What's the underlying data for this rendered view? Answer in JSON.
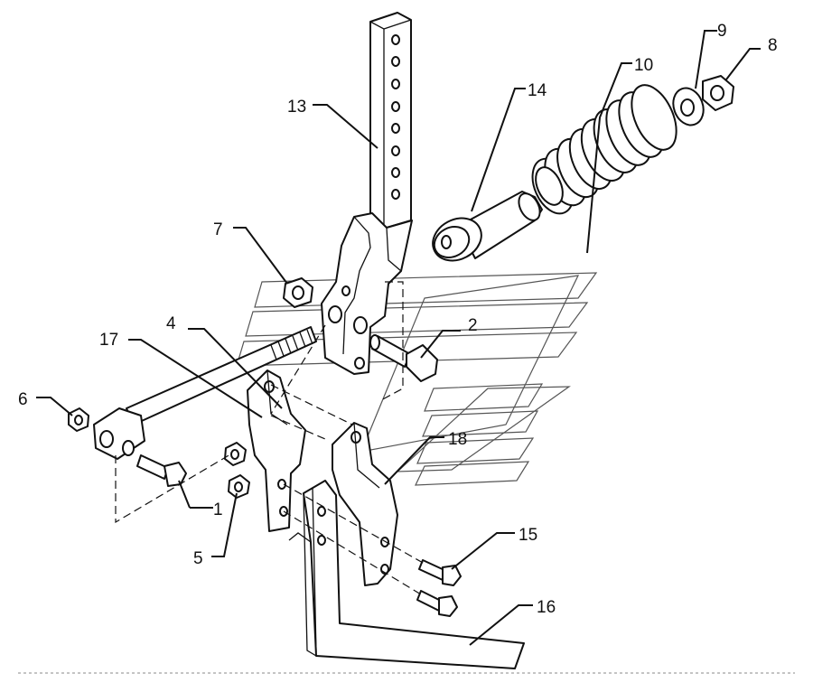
{
  "diagram": {
    "callouts": [
      {
        "id": "label-1",
        "text": "1"
      },
      {
        "id": "label-2",
        "text": "2"
      },
      {
        "id": "label-4",
        "text": "4"
      },
      {
        "id": "label-5",
        "text": "5"
      },
      {
        "id": "label-6",
        "text": "6"
      },
      {
        "id": "label-7",
        "text": "7"
      },
      {
        "id": "label-8",
        "text": "8"
      },
      {
        "id": "label-9",
        "text": "9"
      },
      {
        "id": "label-10",
        "text": "10"
      },
      {
        "id": "label-13",
        "text": "13"
      },
      {
        "id": "label-14",
        "text": "14"
      },
      {
        "id": "label-15",
        "text": "15"
      },
      {
        "id": "label-16",
        "text": "16"
      },
      {
        "id": "label-17",
        "text": "17"
      },
      {
        "id": "label-18",
        "text": "18"
      }
    ],
    "colors": {
      "line": "#111111",
      "watermark": "#555555",
      "background": "#ffffff"
    },
    "watermark": "brand-logo-graphic"
  }
}
